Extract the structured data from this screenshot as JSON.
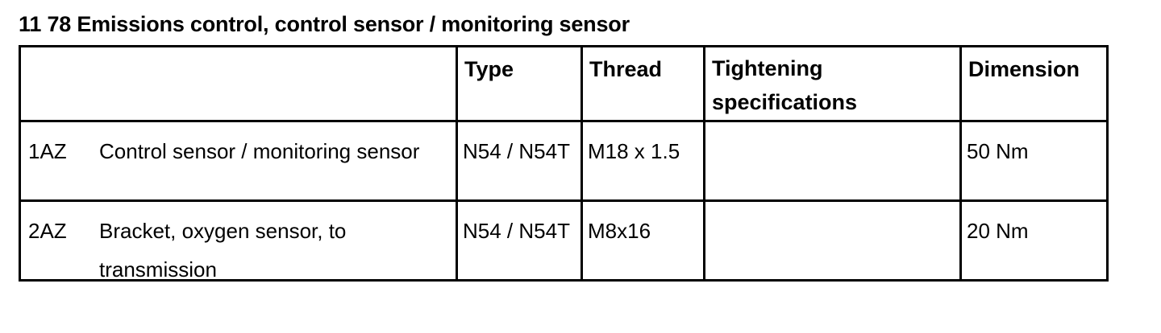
{
  "document": {
    "title": "11 78 Emissions control, control sensor / monitoring sensor"
  },
  "table": {
    "headers": {
      "description": "",
      "type": "Type",
      "thread": "Thread",
      "tightening_specifications_line1": "Tightening",
      "tightening_specifications_line2": "specifications",
      "dimension": "Dimension"
    },
    "rows": [
      {
        "index": "1AZ",
        "description": "Control sensor / monitoring sensor",
        "type": "N54 / N54T",
        "thread": "M18 x 1.5",
        "tightening_specifications": "",
        "dimension": "50 Nm"
      },
      {
        "index": "2AZ",
        "description": "Bracket, oxygen sensor, to transmission",
        "type": "N54 / N54T",
        "thread": "M8x16",
        "tightening_specifications": "",
        "dimension": "20 Nm"
      }
    ]
  }
}
